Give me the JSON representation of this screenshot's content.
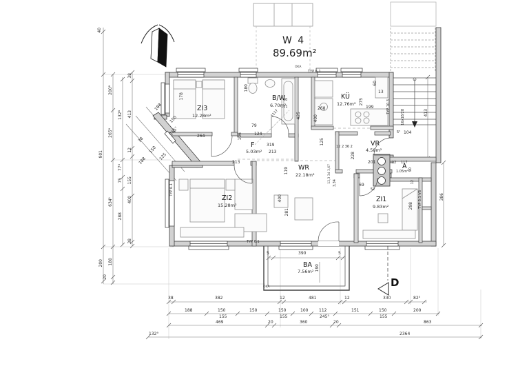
{
  "title": {
    "code": "W 4",
    "area": "89.69m²"
  },
  "rooms": {
    "zi3": {
      "name": "ZI3",
      "area": "12.28m²"
    },
    "bw": {
      "name": "B/W",
      "area": "6.70m²"
    },
    "ku": {
      "name": "KÜ",
      "area": "12.76m²"
    },
    "f": {
      "name": "F",
      "area": "5.03m²"
    },
    "vr": {
      "name": "VR",
      "area": "4.58m²"
    },
    "wr": {
      "name": "WR",
      "area": "22.18m²"
    },
    "zi2": {
      "name": "ZI2",
      "area": "15.28m²"
    },
    "zi1": {
      "name": "ZI1",
      "area": "9.83m²"
    },
    "a": {
      "name": "A",
      "area": "1.05m²"
    },
    "ba": {
      "name": "BA",
      "area": "7.56m²"
    }
  },
  "stairs": {
    "flight": "16x18/28"
  },
  "marker": {
    "section": "D"
  },
  "typ": {
    "a": "TYP 6.1",
    "b": "TYP 6.1",
    "c": "TYP 6.1",
    "d": "TYP 10.3",
    "e": "TYP 5.1 VS"
  },
  "oka": {
    "a": "OKA",
    "b": "OKA"
  },
  "dims": {
    "l1": [
      "40",
      "901",
      "200",
      "20"
    ],
    "l2": [
      "200⁸",
      "265⁸",
      "634¹",
      "180"
    ],
    "l3": [
      "132⁸",
      "77³",
      "75",
      "288"
    ],
    "l4": [
      "38",
      "413",
      "12",
      "155",
      "400",
      "38"
    ],
    "bay": [
      "188",
      "150",
      "165⁷",
      "38",
      "150",
      "125",
      "188"
    ],
    "b1": [
      "38",
      "382",
      "12",
      "481",
      "12",
      "330",
      "82⁵"
    ],
    "b2": [
      "188",
      "150",
      "150",
      "150",
      "100",
      "112",
      "151",
      "150",
      "200"
    ],
    "b2b": [
      "155",
      "155",
      "245⁵",
      "155"
    ],
    "b3": [
      "469",
      "20",
      "360",
      "20",
      "863"
    ],
    "b4": [
      "132⁹",
      "2364"
    ],
    "p": {
      "n264": "264",
      "n319": "319",
      "n213a": "213",
      "n213b": "213",
      "n178": "178",
      "n180": "180",
      "n106": "106",
      "n79": "79",
      "n124": "124",
      "n1117": "1117",
      "n90a": "90",
      "n111": "111",
      "n425": "425",
      "n400a": "400",
      "n268": "268",
      "n275": "275",
      "n199": "199",
      "n60": "60",
      "n13": "13",
      "n125": "125",
      "n119": "119",
      "n400b": "400",
      "n281": "281",
      "n1236": "12 2 36 2",
      "n228": "228",
      "n201": "201",
      "n12a": "12",
      "n117": "117",
      "n69": "69",
      "n52": "52",
      "shaft": "12,3 34 3,67",
      "n334": "3,34",
      "n90b": "90",
      "n12b": "12",
      "n298": "298",
      "n386": "386",
      "n104": "104",
      "n55": "5⁵",
      "n413": "413",
      "n390": "390",
      "n5a": "5",
      "n5b": "5",
      "n190": "190"
    }
  },
  "colors": {
    "wall_fill": "#d2d2d2",
    "line": "#3b3b3b",
    "dim_line": "#777777"
  }
}
